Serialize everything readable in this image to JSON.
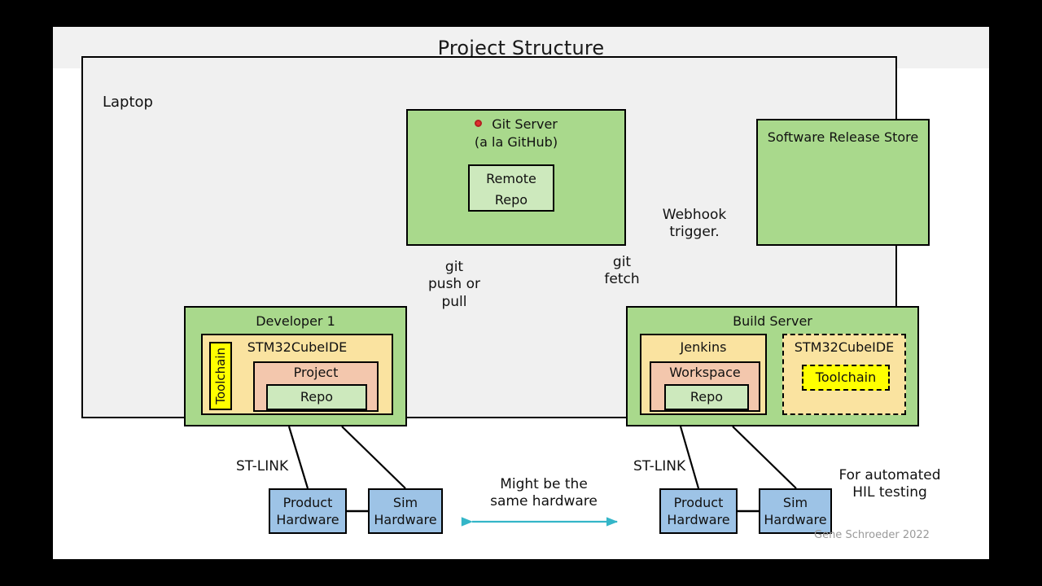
{
  "slide": {
    "title": "Project Structure",
    "credit": "Gene Schroeder 2022"
  },
  "frame": {
    "label": "Laptop"
  },
  "nodes": {
    "git_server": {
      "title": "Git Server",
      "subtitle": "(a la GitHub)",
      "icon": "record-dot-icon",
      "remote_repo": "Remote\nRepo",
      "remote_repo_line1": "Remote",
      "remote_repo_line2": "Repo"
    },
    "release_store": {
      "title": "Software Release Store"
    },
    "developer": {
      "title": "Developer 1",
      "ide": "STM32CubeIDE",
      "toolchain": "Toolchain",
      "project": "Project",
      "repo": "Repo"
    },
    "build_server": {
      "title": "Build Server",
      "jenkins": "Jenkins",
      "workspace": "Workspace",
      "repo": "Repo",
      "ide": "STM32CubeIDE",
      "toolchain": "Toolchain"
    },
    "hardware_left": {
      "product_line1": "Product",
      "product_line2": "Hardware",
      "sim_line1": "Sim",
      "sim_line2": "Hardware",
      "stlink": "ST-LINK"
    },
    "hardware_right": {
      "product_line1": "Product",
      "product_line2": "Hardware",
      "sim_line1": "Sim",
      "sim_line2": "Hardware",
      "stlink": "ST-LINK"
    }
  },
  "annotations": {
    "git_push_pull_line1": "git",
    "git_push_pull_line2": "push or",
    "git_push_pull_line3": "pull",
    "git_fetch_line1": "git",
    "git_fetch_line2": "fetch",
    "webhook_line1": "Webhook",
    "webhook_line2": "trigger.",
    "same_hardware_line1": "Might be the",
    "same_hardware_line2": "same hardware",
    "hil_line1": "For automated",
    "hil_line2": "HIL testing"
  },
  "colors": {
    "green": "#a9d98c",
    "light_green": "#cde9bd",
    "tan": "#fae3a0",
    "salmon": "#f3c7ad",
    "yellow": "#ffff00",
    "blue": "#9dc3e6",
    "frame_bg": "#f0f0f0",
    "title_bg": "#f1f1f1",
    "accent_arrow": "#34b6c8",
    "dot": "#e03030"
  }
}
